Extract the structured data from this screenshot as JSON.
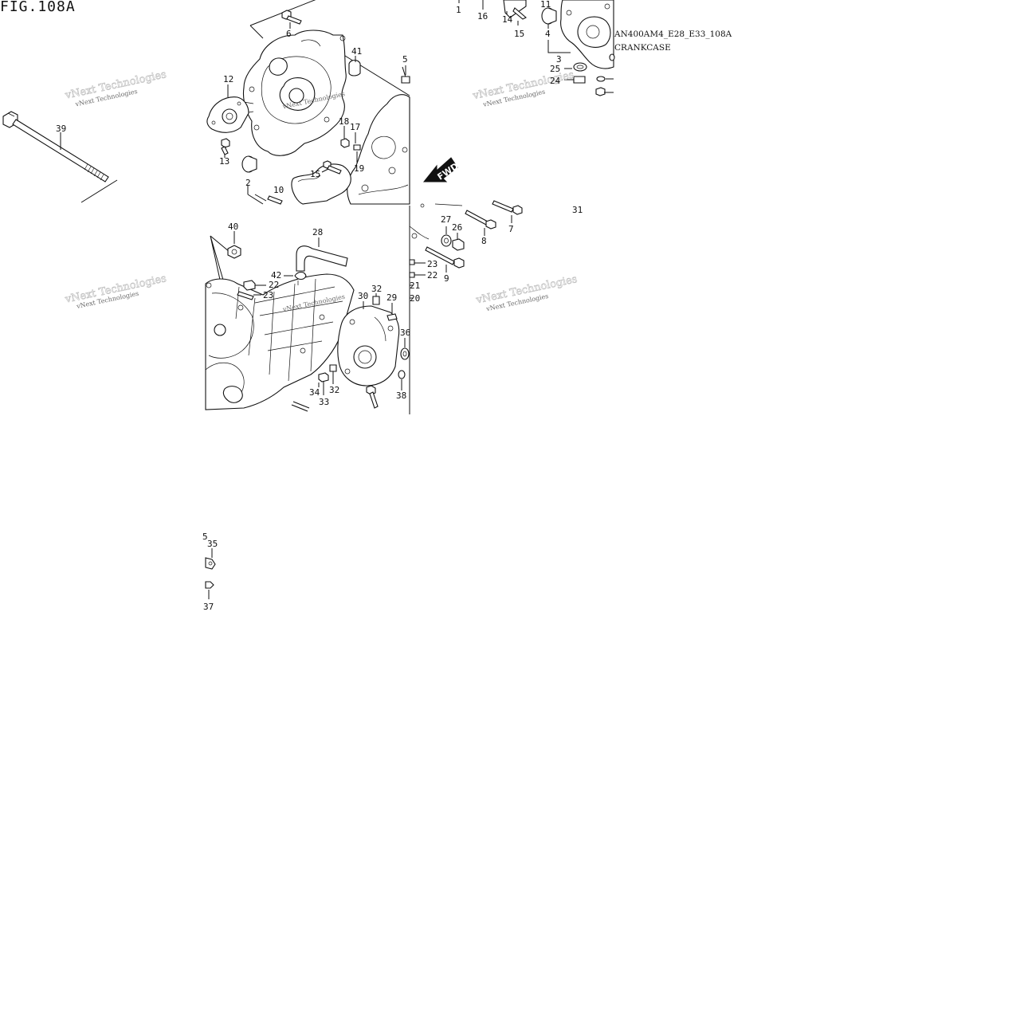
{
  "figure": {
    "title": "FIG.108A",
    "drawing_code": "AN400AM4_E28_E33_108A",
    "group_name": "CRANKCASE"
  },
  "watermark": {
    "text": "vNext Technologies",
    "color": "#6b6b6b"
  },
  "direction_marker": {
    "text": "FWD",
    "icon": "direction-arrow-icon",
    "color": "#111111"
  },
  "callouts": {
    "c1": "1",
    "c2": "2",
    "c3": "3",
    "c4": "4",
    "c5": "5",
    "c6": "6",
    "c7": "7",
    "c8": "8",
    "c9": "9",
    "c10": "10",
    "c11": "11",
    "c12": "12",
    "c13": "13",
    "c14": "14",
    "c15a": "15",
    "c15b": "15",
    "c16": "16",
    "c17": "17",
    "c18": "18",
    "c19": "19",
    "c20": "20",
    "c21": "21",
    "c22a": "22",
    "c22b": "22",
    "c23a": "23",
    "c23b": "23",
    "c24": "24",
    "c25": "25",
    "c26": "26",
    "c27": "27",
    "c28": "28",
    "c29": "29",
    "c30": "30",
    "c31": "31",
    "c32a": "32",
    "c32b": "32",
    "c33": "33",
    "c34": "34",
    "c35": "35",
    "c36": "36",
    "c37": "37",
    "c38": "38",
    "c39": "39",
    "c40": "40",
    "c41": "41",
    "c42": "42",
    "c5b": "5"
  }
}
